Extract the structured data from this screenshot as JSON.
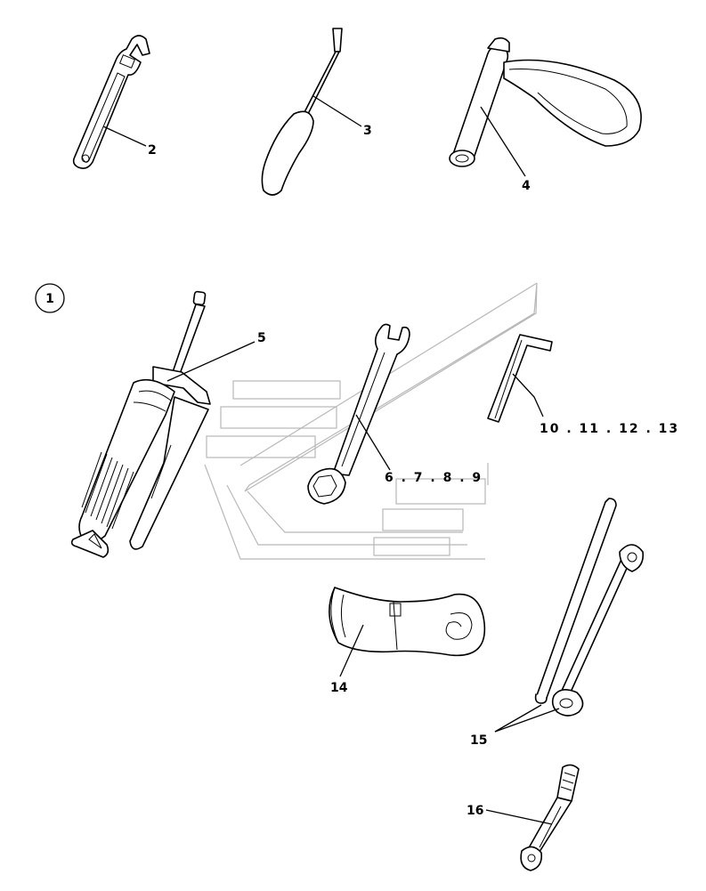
{
  "callouts": {
    "group": "1",
    "c2": "2",
    "c3": "3",
    "c4": "4",
    "c5": "5",
    "c6789": "6 . 7 . 8 . 9",
    "c10111213": "10 . 11 . 12 . 13",
    "c14": "14",
    "c15": "15",
    "c16": "16"
  }
}
